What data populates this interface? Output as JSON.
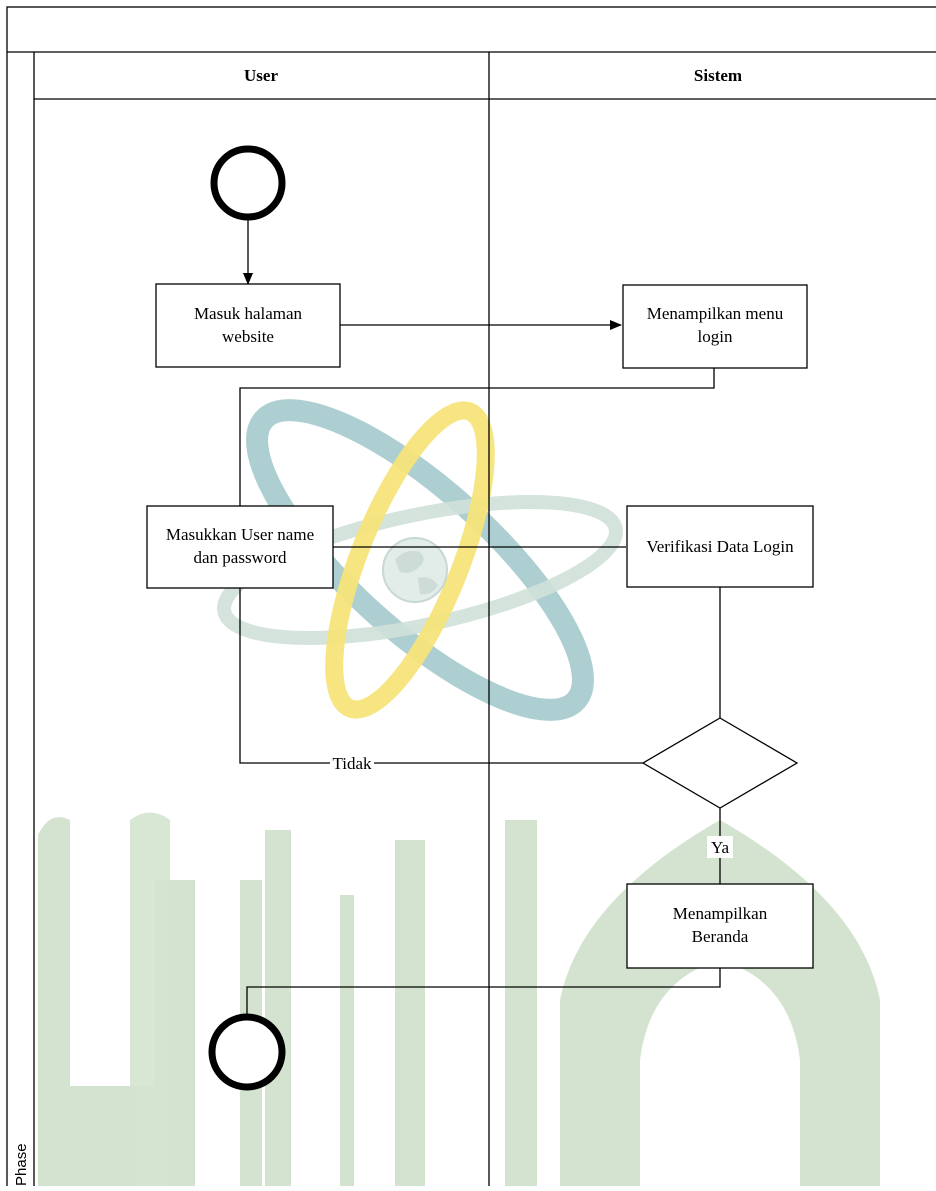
{
  "diagram": {
    "phase_label": "Phase",
    "lanes": [
      {
        "id": "user",
        "label": "User"
      },
      {
        "id": "sistem",
        "label": "Sistem"
      }
    ],
    "nodes": {
      "start": {
        "type": "start",
        "lane": "user"
      },
      "masuk": {
        "type": "action",
        "lane": "user",
        "lines": [
          "Masuk halaman",
          "website"
        ]
      },
      "menu_login": {
        "type": "action",
        "lane": "sistem",
        "lines": [
          "Menampilkan menu",
          "login"
        ]
      },
      "input_login": {
        "type": "action",
        "lane": "user",
        "lines": [
          "Masukkan User name",
          "dan password"
        ]
      },
      "verifikasi": {
        "type": "action",
        "lane": "sistem",
        "lines": [
          "Verifikasi Data Login"
        ]
      },
      "decision": {
        "type": "decision",
        "lane": "sistem"
      },
      "beranda": {
        "type": "action",
        "lane": "sistem",
        "lines": [
          "Menampilkan",
          "Beranda"
        ]
      },
      "end": {
        "type": "end",
        "lane": "user"
      }
    },
    "edges": [
      {
        "from": "start",
        "to": "masuk",
        "label": ""
      },
      {
        "from": "masuk",
        "to": "menu_login",
        "label": ""
      },
      {
        "from": "menu_login",
        "to": "input_login",
        "label": ""
      },
      {
        "from": "input_login",
        "to": "verifikasi",
        "label": ""
      },
      {
        "from": "verifikasi",
        "to": "decision",
        "label": ""
      },
      {
        "from": "decision",
        "to": "input_login",
        "label": "Tidak"
      },
      {
        "from": "decision",
        "to": "beranda",
        "label": "Ya"
      },
      {
        "from": "beranda",
        "to": "end",
        "label": ""
      }
    ],
    "watermark": {
      "description_colors": {
        "green": "#d4e3cf",
        "teal": "#a9cccf",
        "yellow": "#f6e47a",
        "globe": "#d9e6e2"
      }
    }
  }
}
